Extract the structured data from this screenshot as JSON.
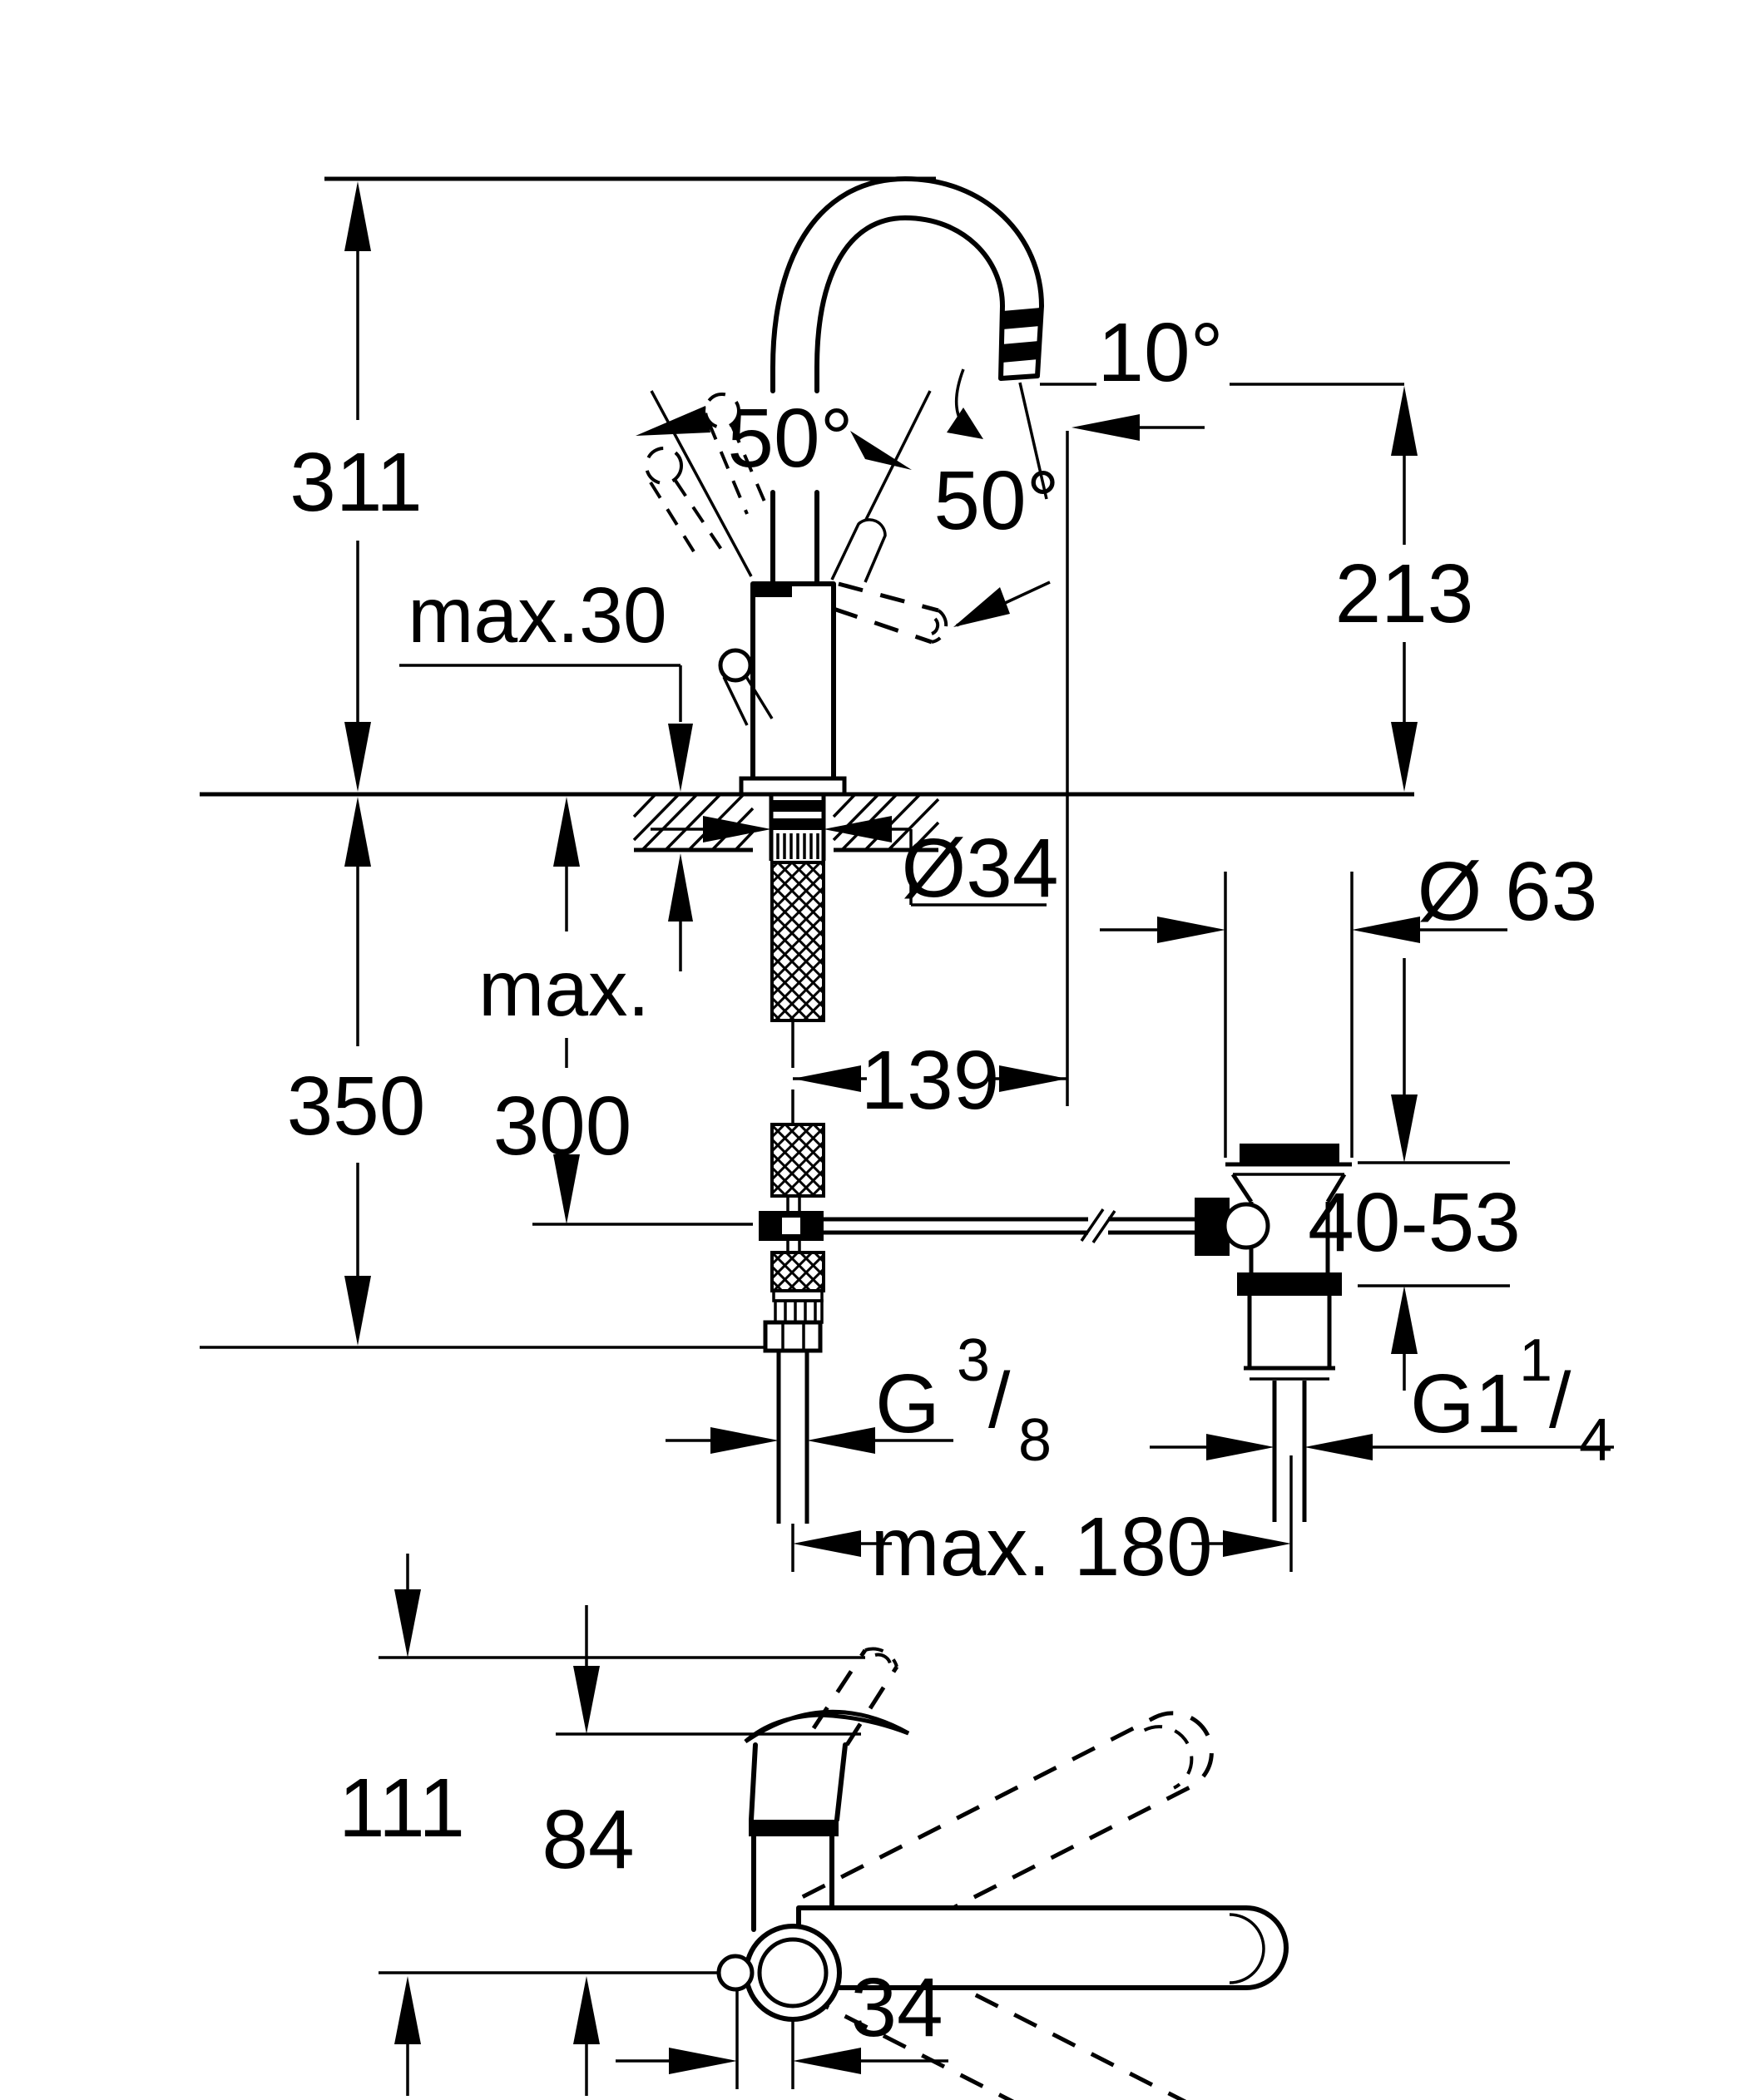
{
  "drawing": {
    "type": "technical-installation-diagram",
    "subject": "single-lever basin mixer with high spout and pop-up waste",
    "line_color": "#000000",
    "background_color": "#ffffff"
  },
  "dims": {
    "total_height": "311",
    "spout_height": "213",
    "lever_swing": "50°",
    "lever_open_angle": "50°",
    "aerator_angle": "10°",
    "deck_thickness_max": "max.30",
    "hole_diameter": "Ø34",
    "install_depth": "350",
    "hose_max_label": "max.",
    "hose_max_value": "300",
    "outlet_offset": "139",
    "waste_flange_diameter": "Ø 63",
    "clamping_range": "40-53",
    "center_distance": "max. 180",
    "plan_depth": "111",
    "plan_handle_depth": "84",
    "plan_handle_offset": "34"
  },
  "threads": {
    "supply": {
      "prefix": "G",
      "numerator": "3",
      "slash": "/",
      "denominator": "8"
    },
    "waste": {
      "prefix": "G1",
      "numerator": "1",
      "slash": "/",
      "denominator": "4"
    }
  }
}
